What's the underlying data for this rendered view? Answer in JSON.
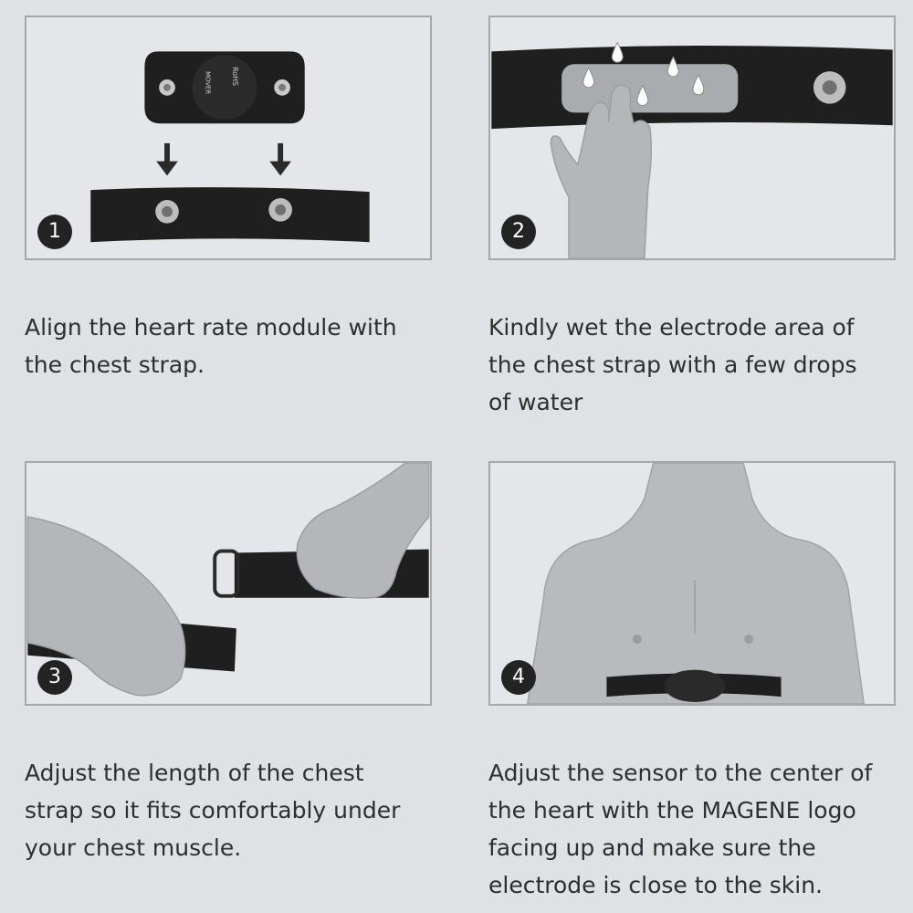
{
  "steps": [
    {
      "number": "1",
      "caption": "Align the heart rate module with the chest strap.",
      "module_brand": "MOVER",
      "module_marks": "RoHS"
    },
    {
      "number": "2",
      "caption": "Kindly wet the electrode area of the chest strap with a few drops of water"
    },
    {
      "number": "3",
      "caption": "Adjust the length of the chest strap so it fits comfortably under your chest muscle."
    },
    {
      "number": "4",
      "caption": "Adjust the sensor to the center of the heart with the MAGENE logo facing up and make sure the electrode is close to the skin."
    }
  ],
  "colors": {
    "background": "#dfe1e4",
    "panel_border": "#a4a7ab",
    "strap": "#1f1f1f",
    "badge": "#232323",
    "text": "#2e2e2e"
  }
}
